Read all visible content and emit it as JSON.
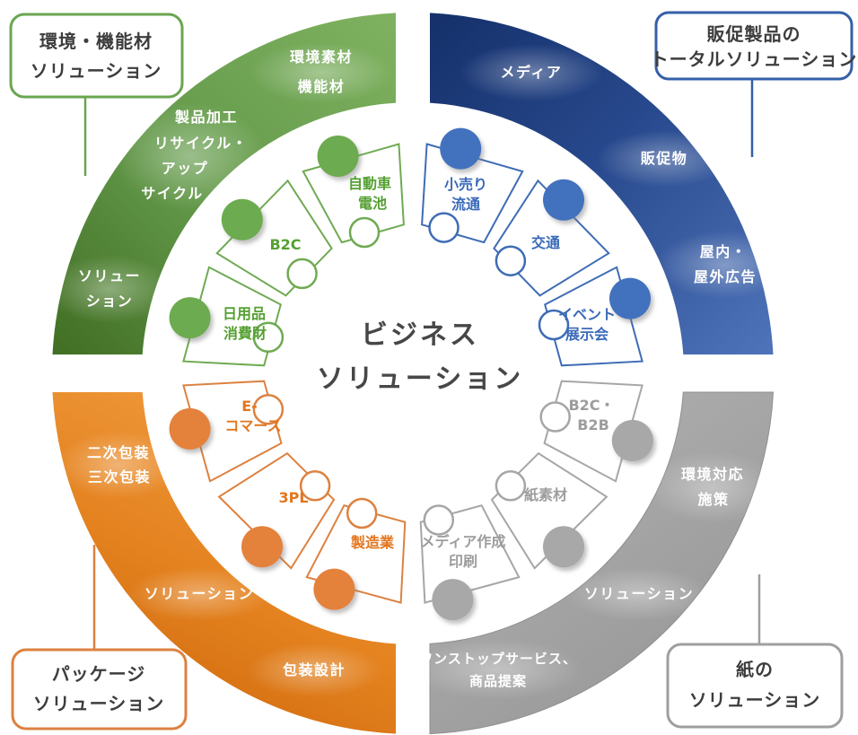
{
  "title": {
    "line1": "ビジネス",
    "line2": "ソリューション"
  },
  "quadrants": {
    "green": {
      "color": "#6aa550",
      "box": {
        "line1": "環境・機能材",
        "line2": "ソリューション"
      },
      "arc": {
        "materials_l1": "環境素材",
        "materials_l2": "機能材",
        "recycle_l1": "製品加工",
        "recycle_l2": "リサイクル・",
        "recycle_l3": "アップ",
        "recycle_l4": "サイクル",
        "solution_l1": "ソリュー",
        "solution_l2": "ション"
      },
      "segments": {
        "automotive_l1": "自動車",
        "automotive_l2": "電池",
        "b2c": "B2C",
        "daily_l1": "日用品",
        "daily_l2": "消費財"
      }
    },
    "blue": {
      "color": "#2e5ba8",
      "box": {
        "line1": "販促製品の",
        "line2": "トータルソリューション"
      },
      "arc": {
        "media": "メディア",
        "promo": "販促物",
        "ad_l1": "屋内・",
        "ad_l2": "屋外広告"
      },
      "segments": {
        "retail_l1": "小売り",
        "retail_l2": "流通",
        "traffic": "交通",
        "event_l1": "イベント",
        "event_l2": "展示会"
      }
    },
    "orange": {
      "color": "#e0812f",
      "box": {
        "line1": "パッケージ",
        "line2": "ソリューション"
      },
      "arc": {
        "pack_l1": "二次包装",
        "pack_l2": "三次包装",
        "solution": "ソリューション",
        "design": "包装設計"
      },
      "segments": {
        "ec_l1": "E-",
        "ec_l2": "コマース",
        "tpl": "3PL",
        "mfg": "製造業"
      }
    },
    "gray": {
      "color": "#a6a6a6",
      "box": {
        "line1": "紙の",
        "line2": "ソリューション"
      },
      "arc": {
        "eco_l1": "環境対応",
        "eco_l2": "施策",
        "solution": "ソリューション",
        "onestop_l1": "ワンストップサービス、",
        "onestop_l2": "商品提案"
      },
      "segments": {
        "b2cb2b_l1": "B2C・",
        "b2cb2b_l2": "B2B",
        "paper": "紙素材",
        "media_l1": "メディア作成",
        "media_l2": "印刷"
      }
    }
  }
}
